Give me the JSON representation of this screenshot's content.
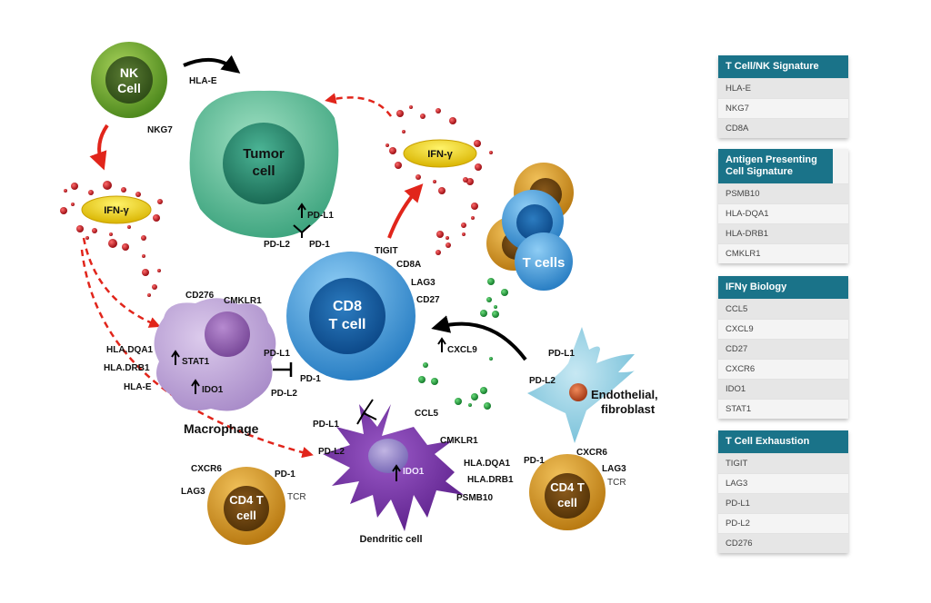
{
  "cells": {
    "nk": {
      "line1": "NK",
      "line2": "Cell",
      "markers": [
        "HLA-E",
        "NKG7"
      ]
    },
    "tumor": {
      "line1": "Tumor",
      "line2": "cell",
      "markers": [
        "PD-L1",
        "PD-L2",
        "PD-1"
      ]
    },
    "ifng_left": {
      "label": "IFN-γ"
    },
    "ifng_right": {
      "label": "IFN-γ"
    },
    "tcells": {
      "label": "T cells"
    },
    "cd8": {
      "line1": "CD8",
      "line2": "T cell",
      "markers": [
        "TIGIT",
        "CD8A",
        "LAG3",
        "CD27",
        "CXCL9"
      ]
    },
    "macrophage": {
      "name": "Macrophage",
      "markers": [
        "CD276",
        "CMKLR1",
        "HLA.DQA1",
        "HLA.DRB1",
        "HLA-E",
        "STAT1",
        "IDO1",
        "PD-L1",
        "PD-1",
        "PD-L2"
      ]
    },
    "dendritic": {
      "name": "Dendritic cell",
      "markers": [
        "PD-L1",
        "PD-L2",
        "CCL5",
        "CMKLR1",
        "HLA.DQA1",
        "HLA.DRB1",
        "PSMB10",
        "IDO1"
      ]
    },
    "cd4_left": {
      "line1": "CD4 T",
      "line2": "cell",
      "markers": [
        "CXCR6",
        "PD-1",
        "LAG3",
        "TCR"
      ]
    },
    "cd4_right": {
      "line1": "CD4 T",
      "line2": "cell",
      "markers": [
        "PD-1",
        "CXCR6",
        "LAG3",
        "TCR"
      ]
    },
    "endothelial": {
      "line1": "Endothelial,",
      "line2": "fibroblast",
      "markers": [
        "PD-L1",
        "PD-L2"
      ]
    }
  },
  "panels": [
    {
      "title": "T Cell/NK Signature",
      "items": [
        "HLA-E",
        "NKG7",
        "CD8A"
      ]
    },
    {
      "title": "Antigen Presenting Cell Signature",
      "items": [
        "PSMB10",
        "HLA-DQA1",
        "HLA-DRB1",
        "CMKLR1"
      ]
    },
    {
      "title": "IFNγ Biology",
      "items": [
        "CCL5",
        "CXCL9",
        "CD27",
        "CXCR6",
        "IDO1",
        "STAT1"
      ]
    },
    {
      "title": "T Cell Exhaustion",
      "items": [
        "TIGIT",
        "LAG3",
        "PD-L1",
        "PD-L2",
        "CD276"
      ]
    }
  ],
  "colors": {
    "panel_header": "#1a7389",
    "ifng_dots": "#b5121b",
    "chemokine_dots": "#1f9a3a",
    "arrow_red": "#e1251b"
  }
}
